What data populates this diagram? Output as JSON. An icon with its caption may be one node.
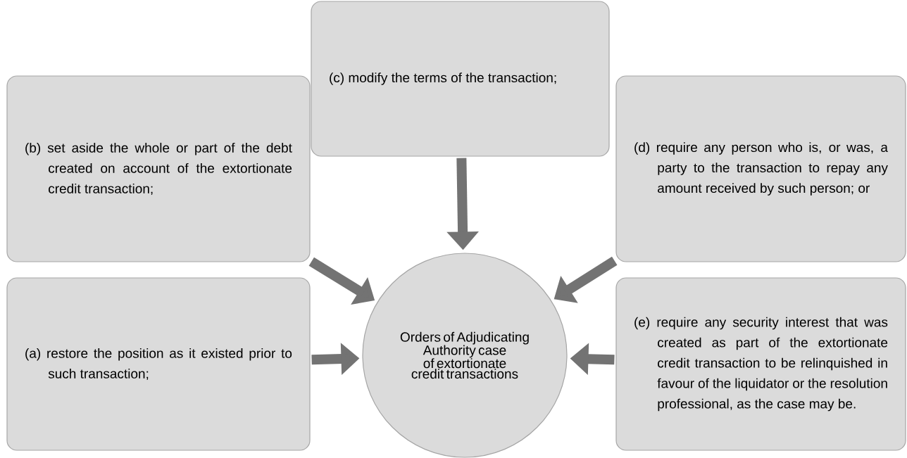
{
  "diagram": {
    "nodes": [
      {
        "text": [
          "(b) set aside the whole or part of the debt created on account of the extortionate credit transaction;"
        ]
      },
      {
        "text": [
          "(c) modify the terms of the transaction;"
        ]
      },
      {
        "text": [
          "(d) require any person who is, or was, a party to the transaction to repay any amount received by such person; or"
        ]
      },
      {
        "text": [
          "(a) restore the position as it existed prior to such transaction;"
        ]
      },
      {
        "text": [
          "Orders of Adjudicating Authority case of extortionate credit transactions"
        ]
      },
      {
        "text": [
          "(e) require any security interest that was created as part of the extortionate credit transaction to be relinquished in favour of the liquidator or the resolution professional, as the case may be."
        ]
      }
    ],
    "edges": [
      {
        "from": 0,
        "to": 4,
        "arrow": "to"
      },
      {
        "from": 1,
        "to": 4,
        "arrow": "to"
      },
      {
        "from": 2,
        "to": 4,
        "arrow": "to"
      },
      {
        "from": 3,
        "to": 4,
        "arrow": "to"
      },
      {
        "from": 5,
        "to": 4,
        "arrow": "to"
      }
    ]
  }
}
